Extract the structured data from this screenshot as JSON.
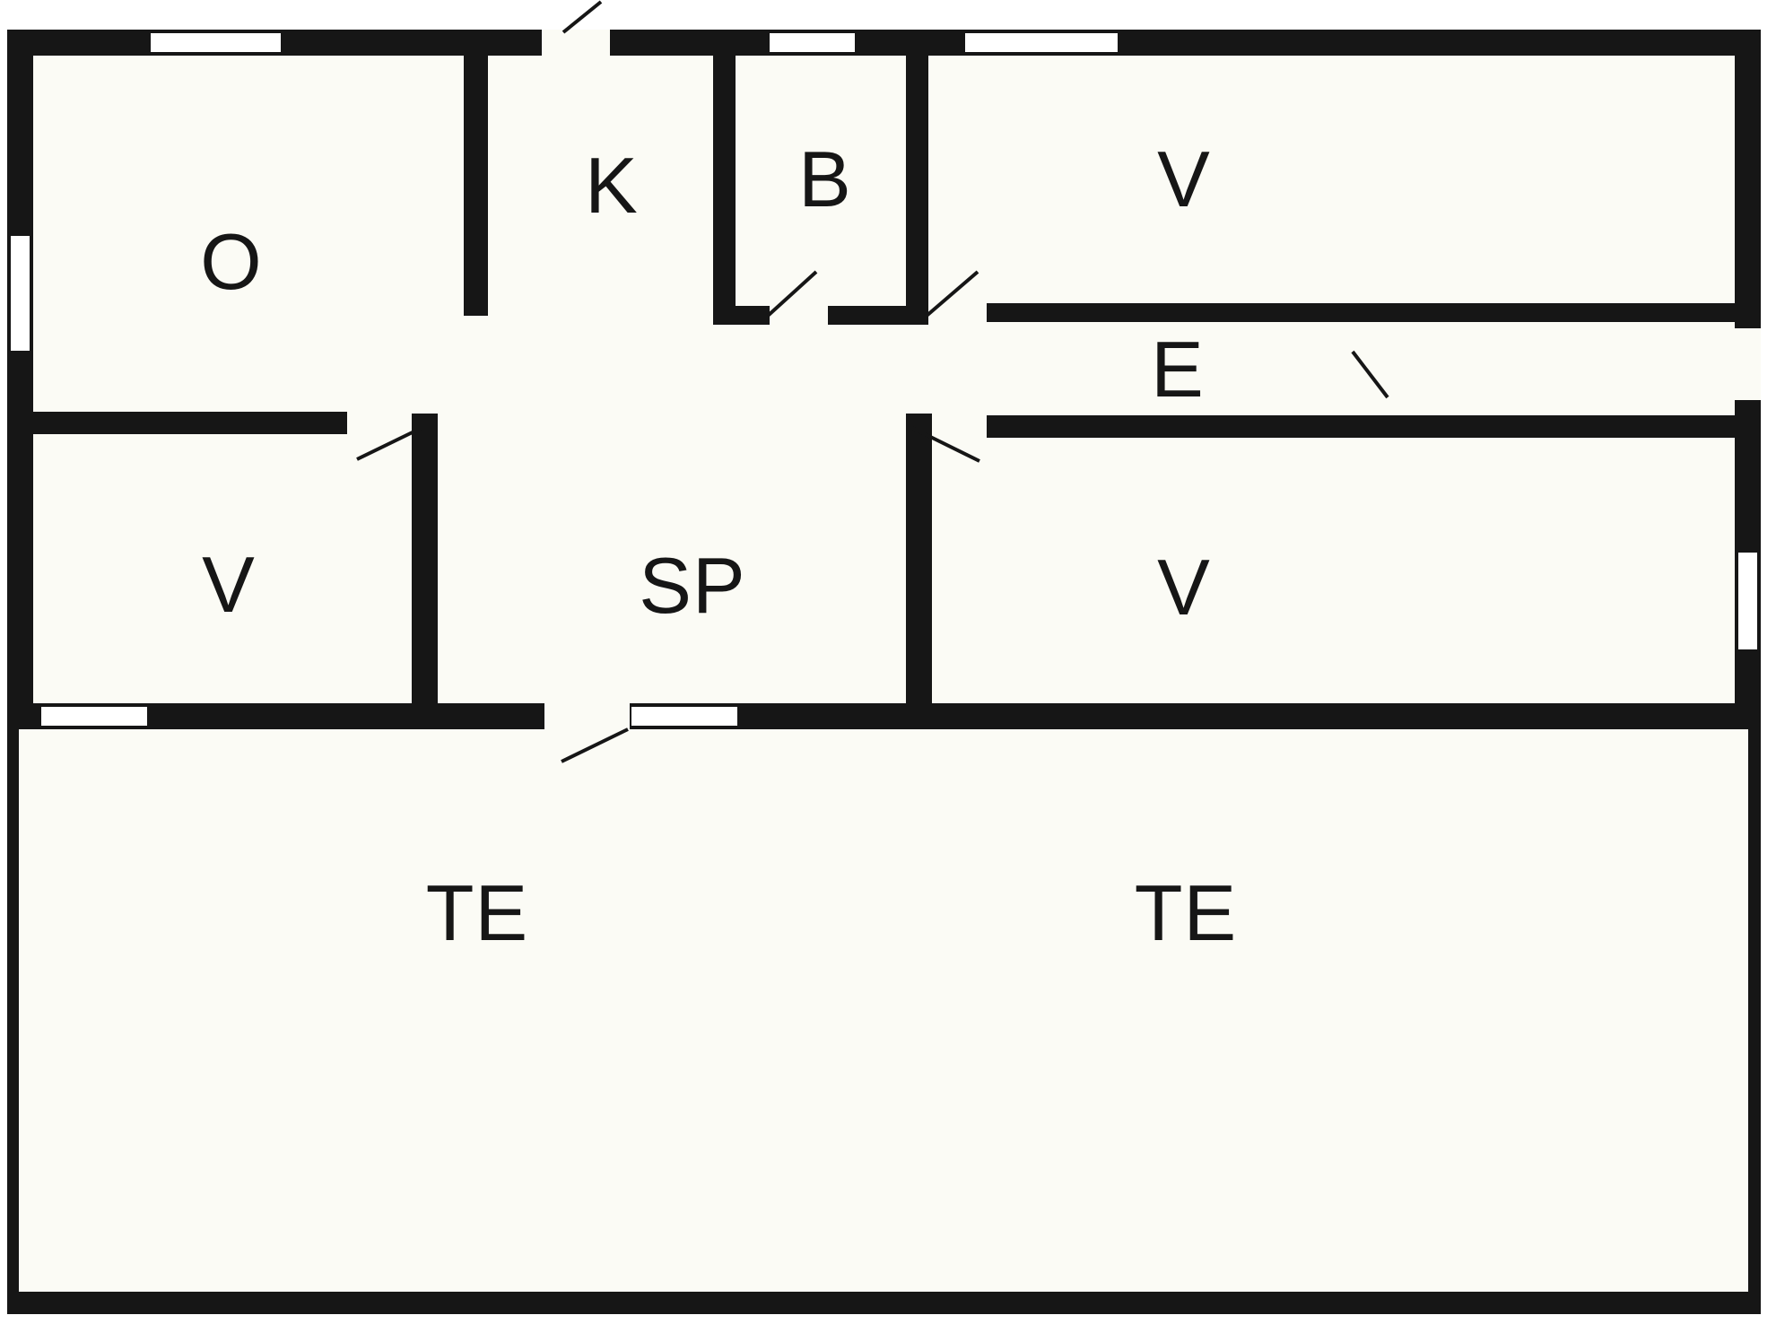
{
  "plan": {
    "title": "floor-plan",
    "rooms": {
      "o": "O",
      "k": "K",
      "b": "B",
      "v_top_right": "V",
      "e": "E",
      "v_bottom_left": "V",
      "sp": "SP",
      "v_bottom_right": "V",
      "te_left": "TE",
      "te_right": "TE"
    },
    "colors": {
      "wall": "#161616",
      "floor": "#fbfbf5",
      "background": "#ffffff"
    }
  }
}
